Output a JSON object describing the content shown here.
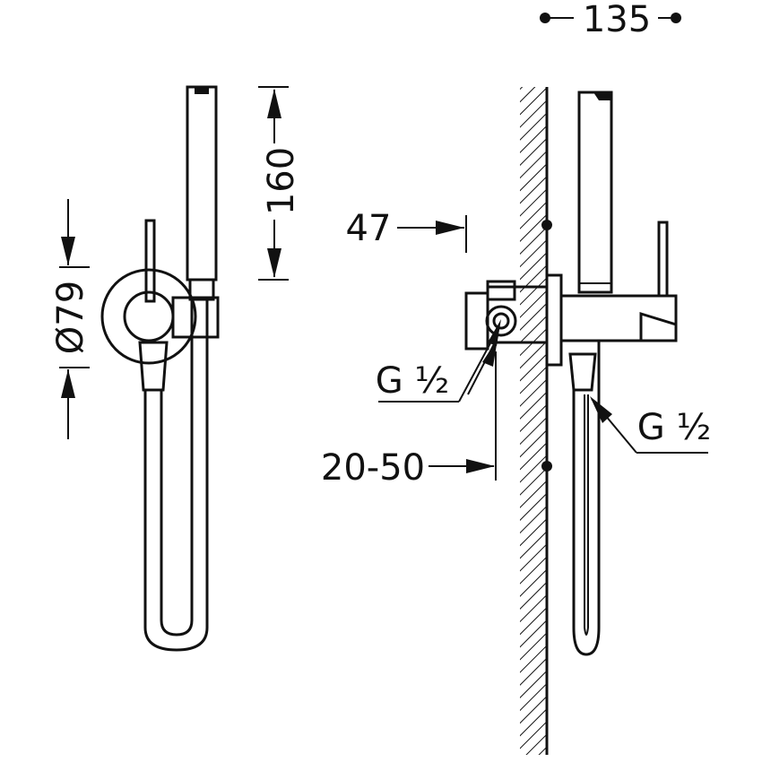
{
  "dimensions": {
    "height_handshower": "160",
    "diameter_plate": "Ø79",
    "depth_47": "47",
    "width_135": "135",
    "thread_inlet": "G ½",
    "thread_outlet": "G ½",
    "recess_range": "20-50"
  },
  "colors": {
    "line": "#111111",
    "background": "#ffffff"
  }
}
